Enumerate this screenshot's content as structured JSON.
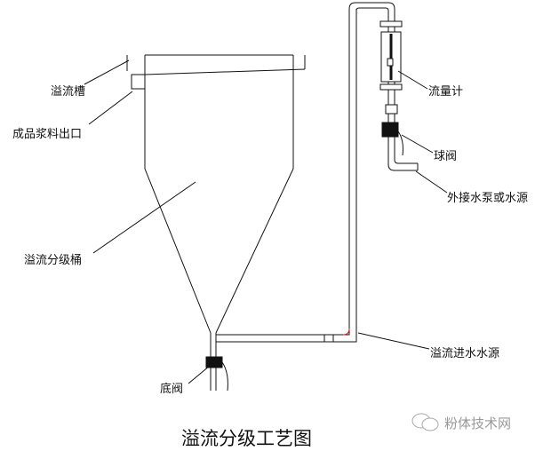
{
  "title": "溢流分级工艺图",
  "watermark": "粉体技术网",
  "labels": {
    "overflow_trough": "溢流槽",
    "product_outlet": "成品浆料出口",
    "classifier_tank": "溢流分级桶",
    "bottom_valve": "底阀",
    "flowmeter": "流量计",
    "ball_valve": "球阀",
    "external_pump": "外接水泵或水源",
    "inlet_water": "溢流进水水源"
  },
  "colors": {
    "line": "#111111",
    "flange_mark": "#d02020",
    "watermark": "#999999"
  }
}
